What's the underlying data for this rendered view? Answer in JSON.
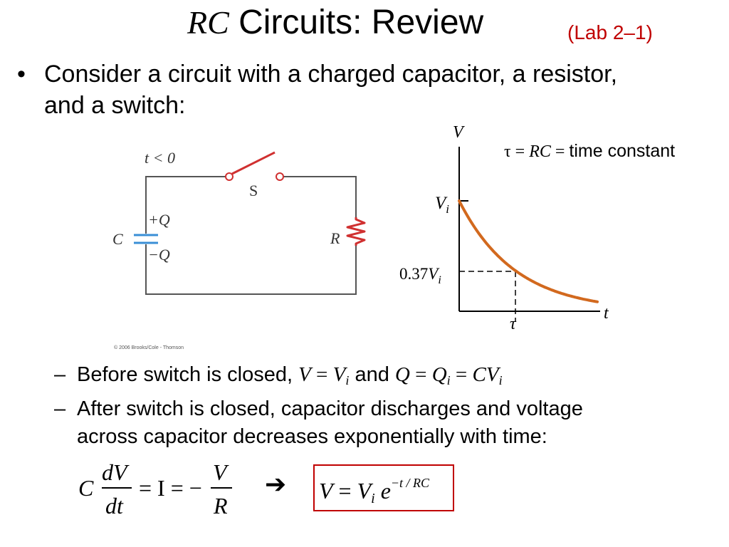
{
  "title": {
    "rc": "RC",
    "text": " Circuits: Review",
    "lab": "(Lab 2–1)"
  },
  "bullet1": {
    "symbol": "•",
    "text": "Consider a circuit with a charged capacitor, a resistor, and a switch:"
  },
  "figure": {
    "condition": "t < 0",
    "switch_label": "S",
    "cap_label": "C",
    "plus_q": "+Q",
    "minus_q": "−Q",
    "resistor_label": "R",
    "copyright": "© 2006 Brooks/Cole - Thomson"
  },
  "graph": {
    "y_axis": "V",
    "x_axis": "t",
    "vi_base": "V",
    "vi_sub": "i",
    "v037_prefix": "0.37",
    "v037_base": "V",
    "v037_sub": "i",
    "tau_tick": "τ",
    "colors": {
      "curve": "#d2691e",
      "axis": "#000000"
    }
  },
  "tau_def": {
    "tau": "τ",
    "eq1": " = ",
    "rc": "RC",
    "eq2": " = ",
    "text": "time constant"
  },
  "sub1": {
    "dash": "–",
    "text": "Before switch is closed, ",
    "v": "V",
    "eq": " = ",
    "vi_base": "V",
    "vi_sub": "i",
    "and": " and ",
    "q": "Q",
    "eq2": " = ",
    "qi_base": "Q",
    "qi_sub": "i",
    "eq3": " = ",
    "cv_base": "CV",
    "cv_sub": "i"
  },
  "sub2": {
    "dash": "–",
    "line1": "After switch is closed, capacitor discharges and voltage",
    "line2": "across capacitor decreases exponentially with time:"
  },
  "equation": {
    "c": "C",
    "dv": "dV",
    "dt": "dt",
    "eq_i": "= I = −",
    "v": "V",
    "r": "R",
    "arrow": "➔",
    "res_v": "V",
    "res_eq": " = ",
    "res_vi": "V",
    "res_vi_sub": "i",
    "res_e": "e",
    "res_exp": "−t / RC"
  },
  "accent_color": "#c00000"
}
